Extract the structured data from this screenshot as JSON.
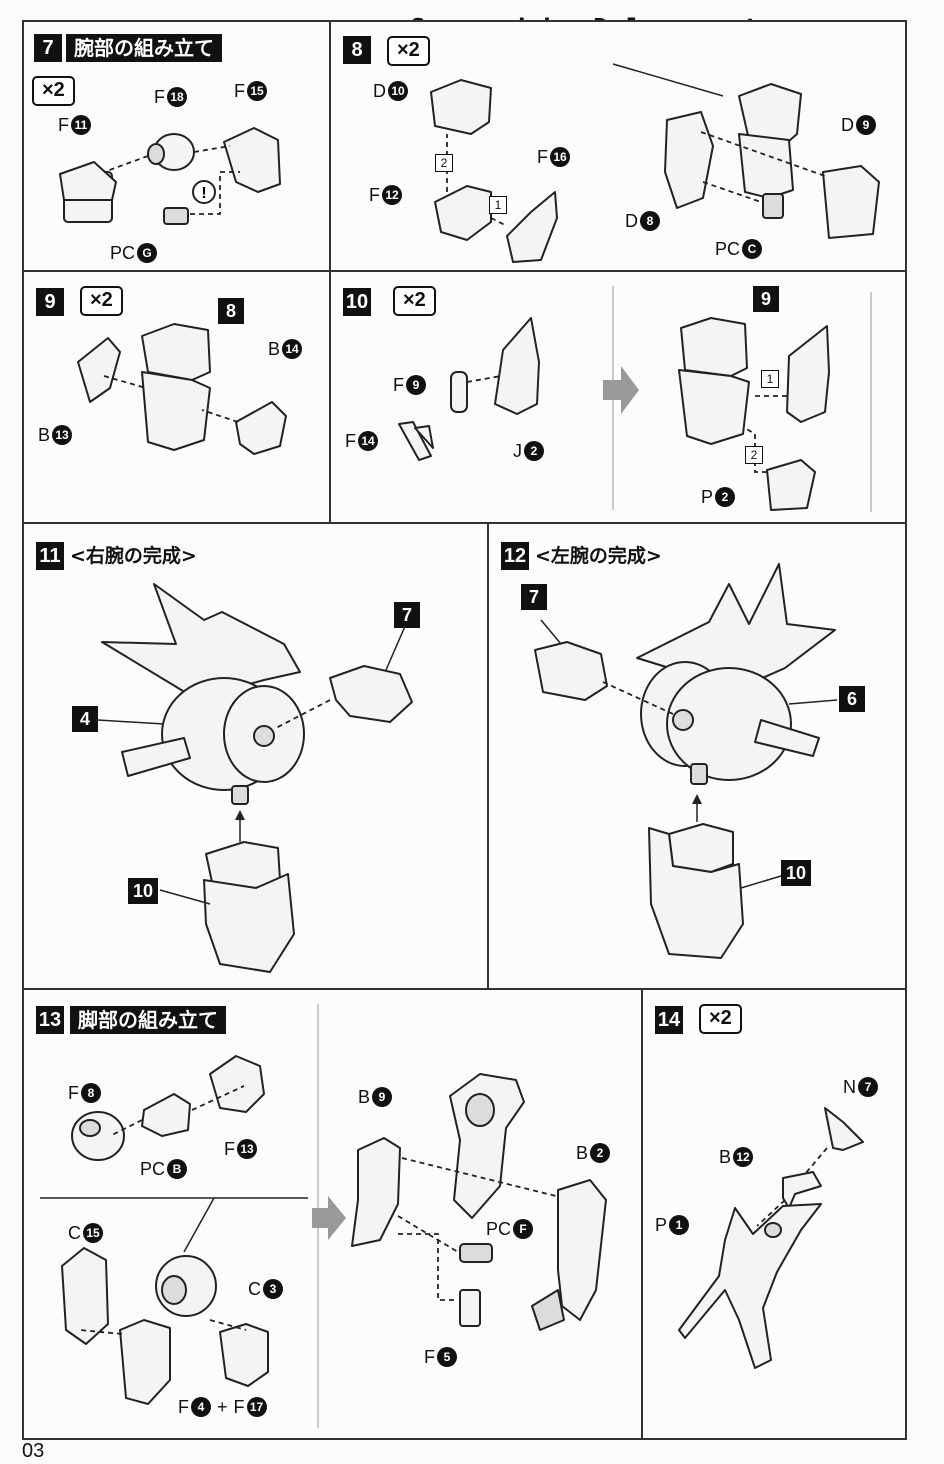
{
  "scan_credit": "Scanned by Dalong.net",
  "page_number": "03",
  "steps": {
    "s7": {
      "num": "7",
      "title": "腕部の組み立て",
      "qty": "×2",
      "labels": {
        "f11": {
          "letter": "F",
          "n": "11"
        },
        "f18": {
          "letter": "F",
          "n": "18"
        },
        "f15": {
          "letter": "F",
          "n": "15"
        },
        "pcg": {
          "letter": "PC",
          "n": "G"
        }
      },
      "warning": "!"
    },
    "s8": {
      "num": "8",
      "qty": "×2",
      "labels": {
        "d10": {
          "letter": "D",
          "n": "10"
        },
        "f12": {
          "letter": "F",
          "n": "12"
        },
        "f16": {
          "letter": "F",
          "n": "16"
        },
        "d9": {
          "letter": "D",
          "n": "9"
        },
        "d8": {
          "letter": "D",
          "n": "8"
        },
        "pcc": {
          "letter": "PC",
          "n": "C"
        }
      },
      "order": [
        "1",
        "2"
      ]
    },
    "s9": {
      "num": "9",
      "qty": "×2",
      "ref": "8",
      "labels": {
        "b14": {
          "letter": "B",
          "n": "14"
        },
        "b13": {
          "letter": "B",
          "n": "13"
        }
      }
    },
    "s10": {
      "num": "10",
      "qty": "×2",
      "ref": "9",
      "labels": {
        "f9": {
          "letter": "F",
          "n": "9"
        },
        "f14": {
          "letter": "F",
          "n": "14"
        },
        "j2": {
          "letter": "J",
          "n": "2"
        },
        "p2": {
          "letter": "P",
          "n": "2"
        }
      },
      "order": [
        "1",
        "2"
      ]
    },
    "s11": {
      "num": "11",
      "title": "<右腕の完成>",
      "refs": [
        "7",
        "4",
        "10"
      ]
    },
    "s12": {
      "num": "12",
      "title": "<左腕の完成>",
      "refs": [
        "7",
        "6",
        "10"
      ]
    },
    "s13": {
      "num": "13",
      "title": "脚部の組み立て",
      "labels": {
        "f8": {
          "letter": "F",
          "n": "8"
        },
        "pcb": {
          "letter": "PC",
          "n": "B"
        },
        "f13": {
          "letter": "F",
          "n": "13"
        },
        "c15": {
          "letter": "C",
          "n": "15"
        },
        "c3": {
          "letter": "C",
          "n": "3"
        },
        "f4": {
          "letter": "F",
          "n": "4"
        },
        "plus": "+",
        "f17": {
          "letter": "F",
          "n": "17"
        },
        "b9": {
          "letter": "B",
          "n": "9"
        },
        "b2": {
          "letter": "B",
          "n": "2"
        },
        "pcf": {
          "letter": "PC",
          "n": "F"
        },
        "f5": {
          "letter": "F",
          "n": "5"
        }
      }
    },
    "s14": {
      "num": "14",
      "qty": "×2",
      "labels": {
        "n7": {
          "letter": "N",
          "n": "7"
        },
        "b12": {
          "letter": "B",
          "n": "12"
        },
        "p1": {
          "letter": "P",
          "n": "1"
        }
      }
    }
  }
}
